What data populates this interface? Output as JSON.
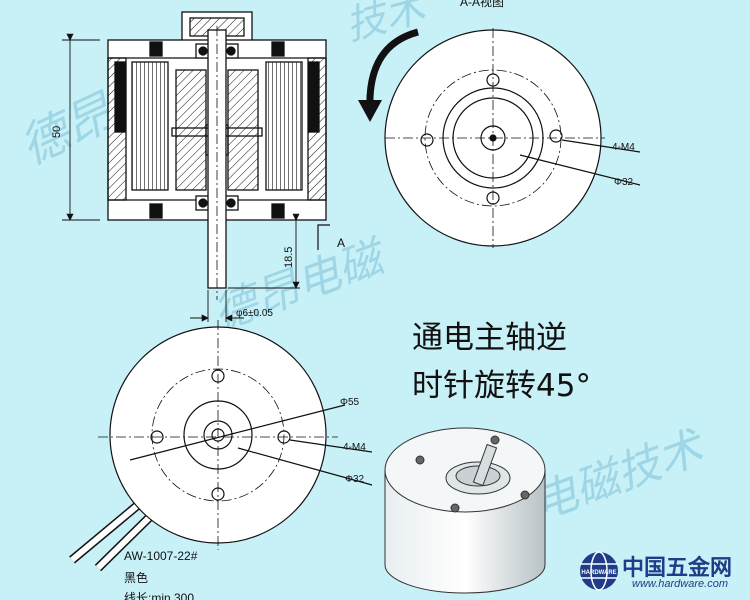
{
  "labels": {
    "section_view": "A-A视图",
    "height_dim": "50",
    "shaft_len": "18.5",
    "section_mark": "A",
    "shaft_dia": "φ6±0.05",
    "hole_spec_top": "4-M4",
    "dia_32_top": "Φ32",
    "dia_55": "Φ55",
    "hole_spec_bottom": "4-M4",
    "dia_32_bottom": "Φ32",
    "wire_model": "AW-1007-22#",
    "wire_color": "黑色",
    "wire_length": "线长:min 300"
  },
  "note": {
    "line1": "通电主轴逆",
    "line2": "时针旋转45°"
  },
  "watermark": {
    "left": "德昂电",
    "center": "德昂电磁",
    "right": "电磁技术",
    "top_right": "技术"
  },
  "logo": {
    "name": "中国五金网",
    "url": "www.hardware.com",
    "emblem_text": "HARDWARE"
  },
  "colors": {
    "background": "#c8f0f7",
    "line": "#111111",
    "watermark": "#9fd6e6",
    "logo": "#1f3c88"
  }
}
